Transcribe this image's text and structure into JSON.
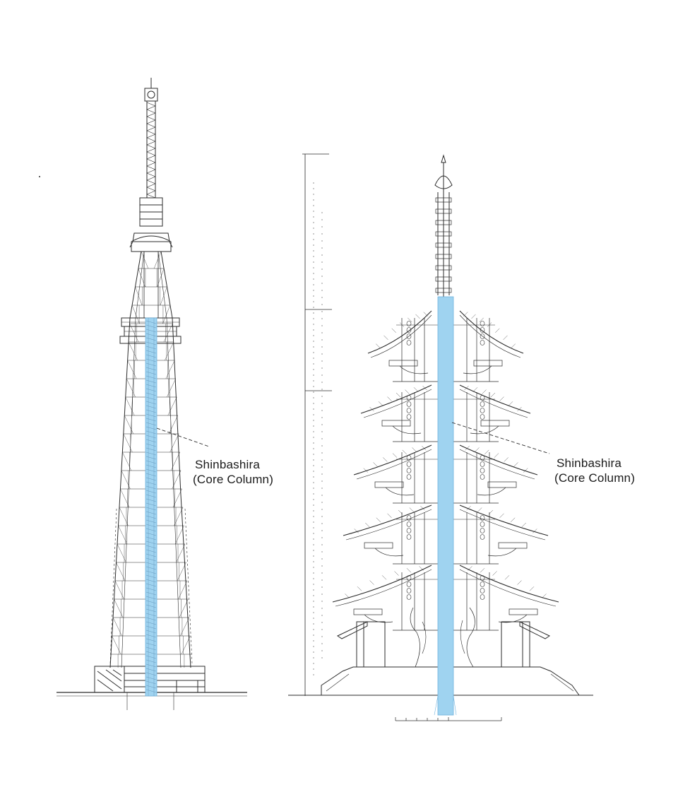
{
  "figures": [
    {
      "id": "tower",
      "callout": {
        "line1": "Shinbashira",
        "line2": "(Core Column)"
      }
    },
    {
      "id": "pagoda",
      "callout": {
        "line1": "Shinbashira",
        "line2": "(Core Column)"
      }
    }
  ],
  "colors": {
    "ink": "#2b2b2b",
    "core_column": "#9fd3f0",
    "core_column_edge": "#6fb3de",
    "background": "#ffffff"
  }
}
